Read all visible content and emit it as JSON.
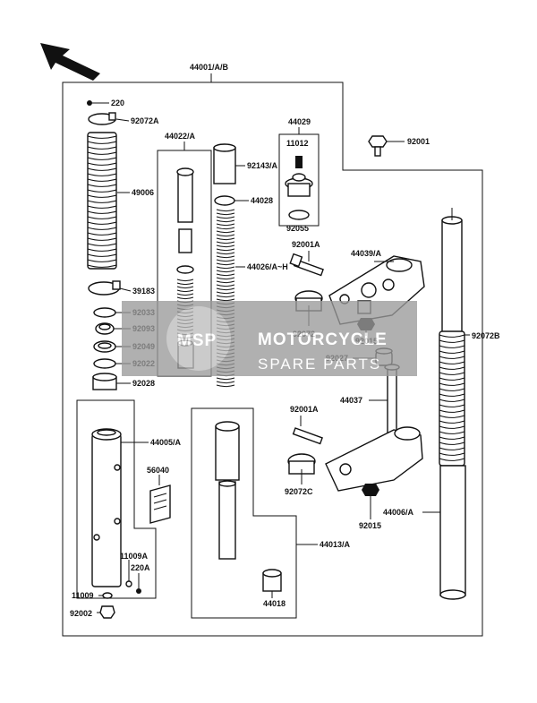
{
  "diagram": {
    "labels": {
      "l44001": "44001/A/B",
      "l220": "220",
      "l92072A": "92072A",
      "l49006": "49006",
      "l39183": "39183",
      "l92033": "92033",
      "l92093": "92093",
      "l92049": "92049",
      "l92022": "92022",
      "l92028": "92028",
      "l44022": "44022/A",
      "l92143": "92143/A",
      "l44028": "44028",
      "l44026": "44026/A~H",
      "l44029": "44029",
      "l11012": "11012",
      "l92055": "92055",
      "l92001": "92001",
      "l92001A_top": "92001A",
      "l44039": "44039/A",
      "l92072": "92072",
      "l92015_top": "92015",
      "l92072B": "92072B",
      "l92027": "92027",
      "l44037": "44037",
      "l92001A_bot": "92001A",
      "l92072C": "92072C",
      "l92015_bot": "92015",
      "l44006": "44006/A",
      "l44005": "44005/A",
      "l56040": "56040",
      "l11009A": "11009A",
      "l220A": "220A",
      "l11009": "11009",
      "l92002": "92002",
      "l44013": "44013/A",
      "l44018": "44018"
    },
    "watermark": {
      "title": "MOTORCYCLE",
      "subtitle": "SPARE PARTS",
      "badge": "MSP"
    }
  }
}
